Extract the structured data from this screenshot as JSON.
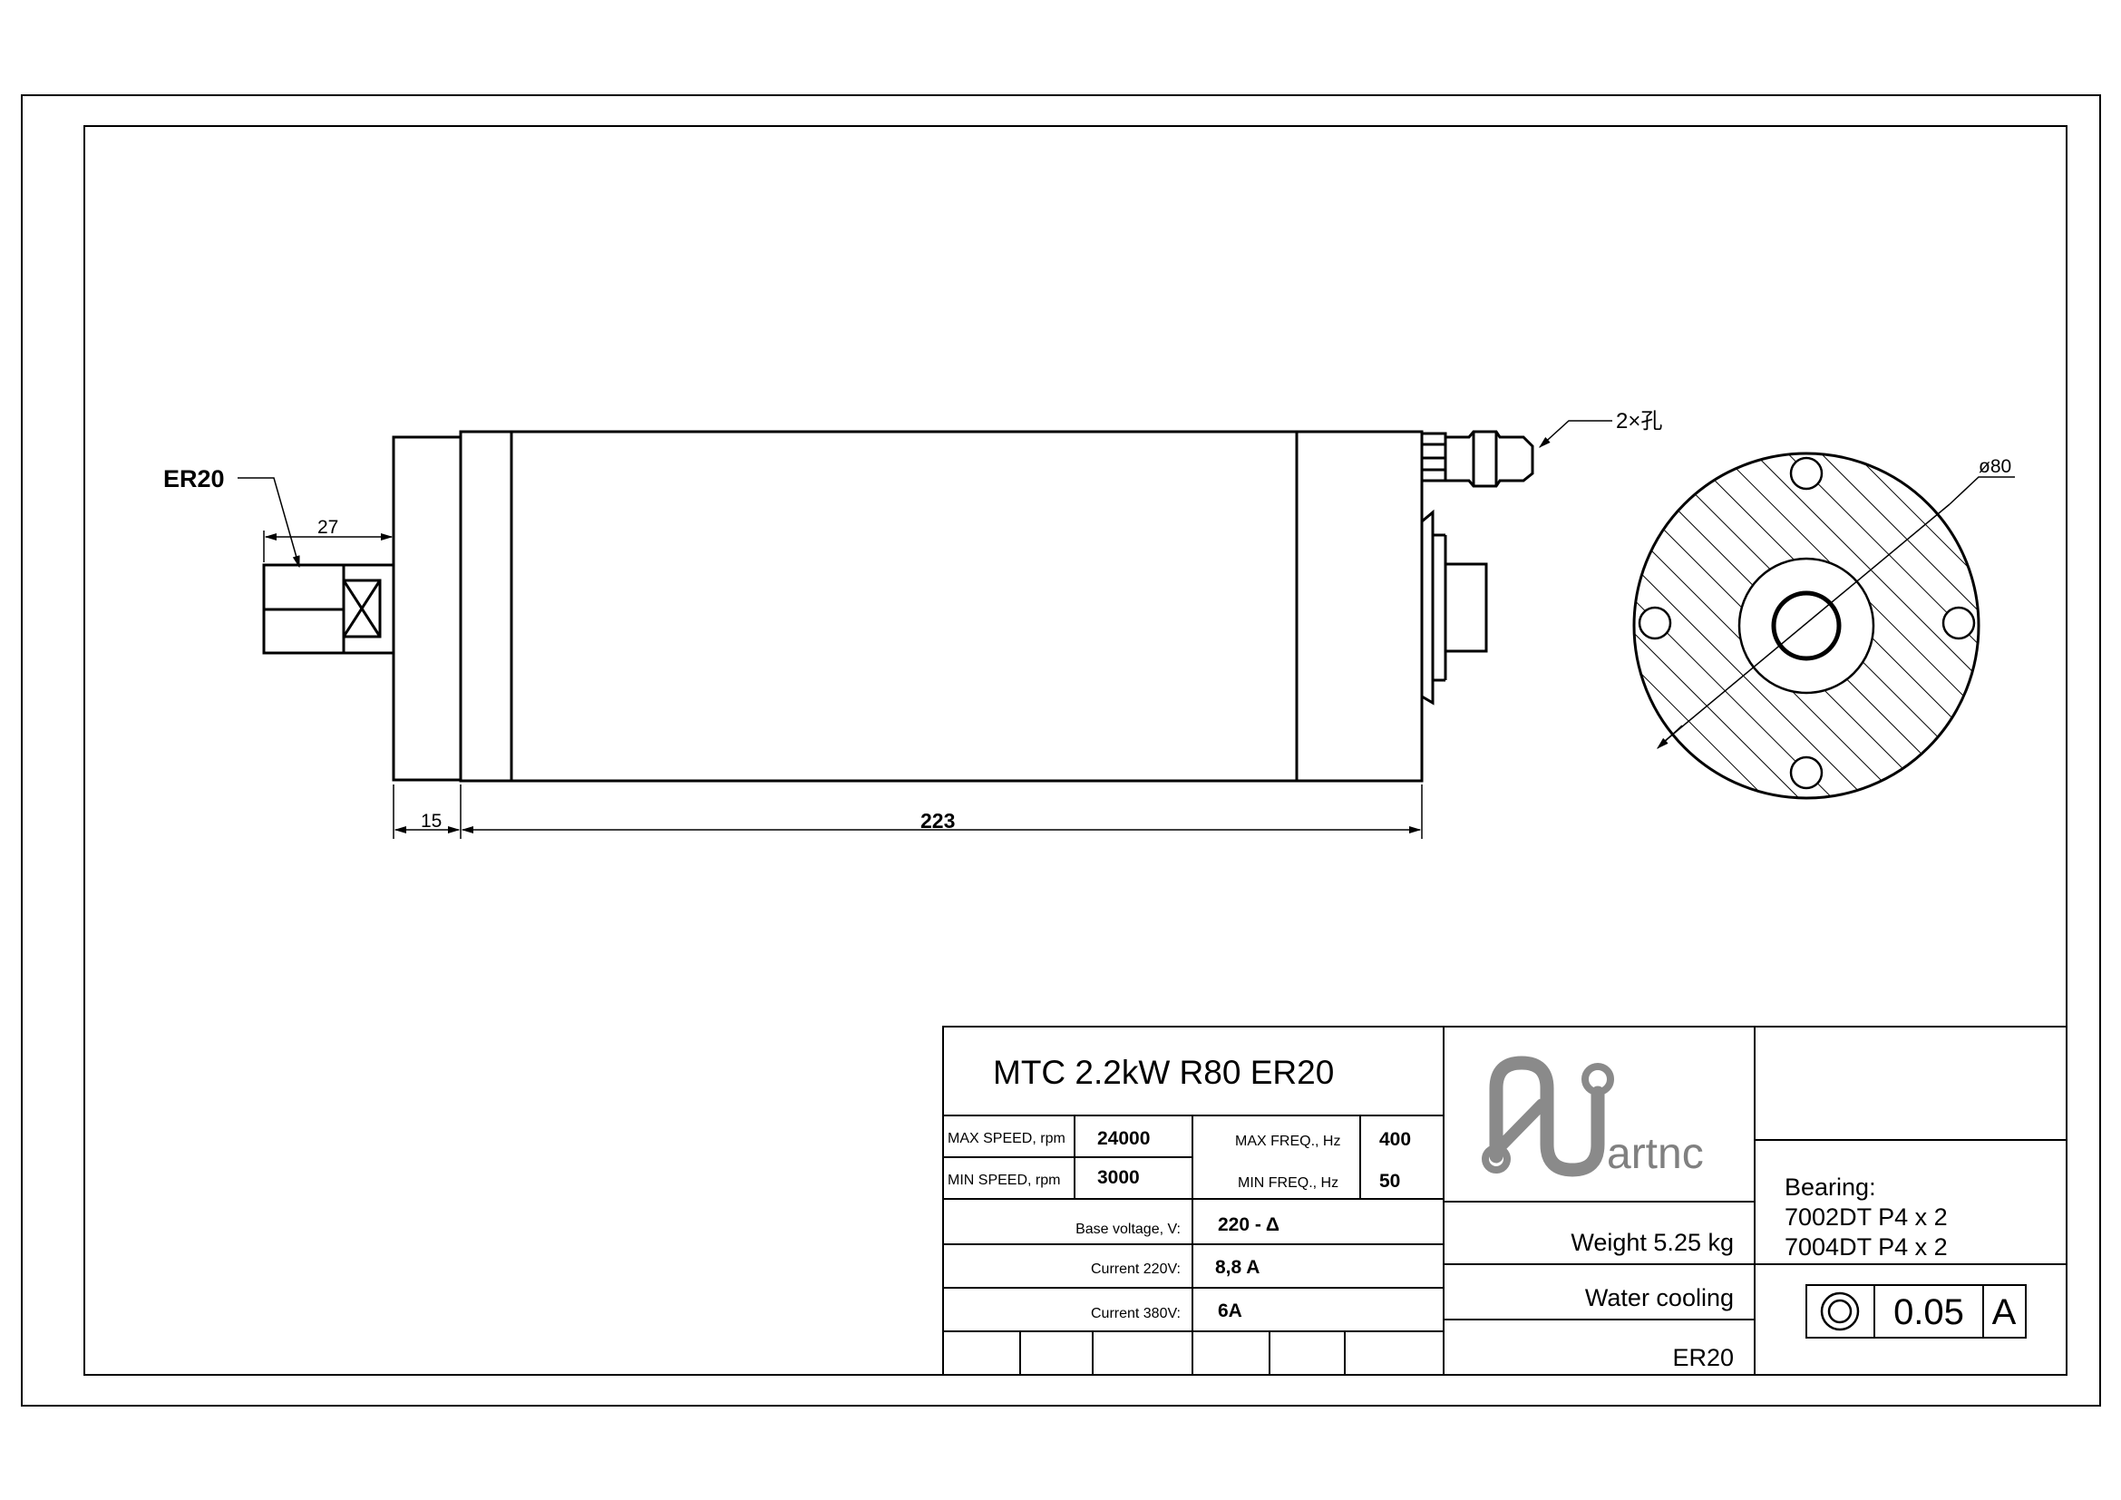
{
  "drawing": {
    "collet_label": "ER20",
    "dim_collet_length": "27",
    "dim_flange": "15",
    "dim_body_length": "223",
    "hole_note": "2×孔",
    "diameter_label": "ø80"
  },
  "title_block": {
    "title": "MTC 2.2kW R80 ER20",
    "logo_text": "artnc",
    "rows": {
      "max_speed_label": "MAX SPEED, rpm",
      "max_speed_value": "24000",
      "max_freq_label": "MAX FREQ., Hz",
      "max_freq_value": "400",
      "min_speed_label": "MIN SPEED, rpm",
      "min_speed_value": "3000",
      "min_freq_label": "MIN FREQ., Hz",
      "min_freq_value": "50",
      "base_voltage_label": "Base voltage, V:",
      "base_voltage_value": "220 -  Δ",
      "current_220_label": "Current 220V:",
      "current_220_value": "8,8 A",
      "current_380_label": "Current 380V:",
      "current_380_value": "6A"
    },
    "weight": "Weight 5.25 kg",
    "cooling": "Water cooling",
    "collet": "ER20",
    "bearing_title": "Bearing:",
    "bearing_1": "7002DT P4 x 2",
    "bearing_2": "7004DT P4 x 2",
    "tolerance_value": "0.05",
    "tolerance_datum": "A"
  }
}
